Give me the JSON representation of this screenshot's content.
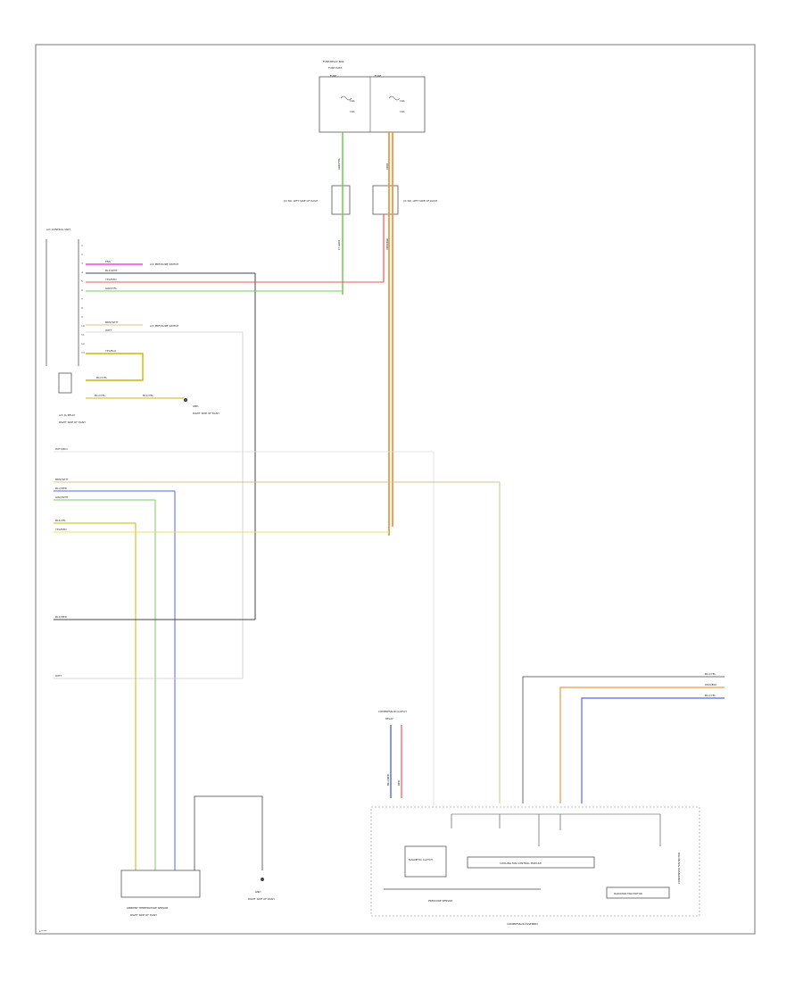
{
  "colors": {
    "pink": "#ee44ee",
    "red": "#ee5555",
    "green": "#77cc66",
    "orange": "#ee9944",
    "yellow": "#e8e066",
    "blue": "#5566ee",
    "black": "#444444",
    "white": "#cccccc",
    "tan": "#d8c088"
  },
  "labels": {
    "fuse_relay_box_title": "FUSE/RELAY BOX",
    "fuse_relay_box_sub": "FUSE DATA",
    "fuse_left": "FUSE",
    "fuse_right": "FUSE",
    "fuse_a1": "10A",
    "fuse_a2": "10A",
    "fuse_a3": "10A",
    "fuse_a4": "10A",
    "junction_left": "J/C NO. LEFT SIDE OF DASH",
    "junction_right": "J/C NO. LEFT SIDE OF DASH",
    "ac_control_unit": "A/C CONTROL UNIT",
    "ac_pressure_switch": "A/C PRESSURE SWITCH",
    "ac_pressure_switch_2": "A/C PRESSURE SWITCH",
    "ground_g1": "GND",
    "ground_g1_sub": "RIGHT SIDE OF DASH",
    "relay_left": "A/C IG RELAY",
    "relay_left_sub": "RIGHT SIDE OF DASH",
    "ambient_sensor": "AMBIENT TEMPERATURE SENSOR",
    "ambient_sensor_sub": "RIGHT SIDE OF DASH",
    "ground_g2": "GND",
    "ground_g2_sub": "RIGHT SIDE OF DASH",
    "compressor_title": "COMPRESSOR CLUTCH",
    "compressor_sub": "RELAY",
    "magnetic_clutch": "MAGNETIC CLUTCH",
    "pressure_sensor": "PRESSURE SENSOR",
    "cooling_fan": "COOLING FAN CONTROL MODULE",
    "radiator_fan": "RADIATOR FAN MOTOR",
    "radiator_fan_2": "CONDENSER FAN MOTOR",
    "compressor_assembly": "COMPRESSOR ASSEMBLY",
    "footer": "L*****"
  },
  "wires": {
    "w1": "PNK",
    "w2": "BLK/WHT",
    "w3": "YEL/RED",
    "w4": "GRN/YEL",
    "w5": "BRN/WHT",
    "w6": "LT GRN",
    "w7": "YEL/BLU",
    "w8": "BLU/YEL",
    "w9": "BLU/YEL",
    "w10": "BLK/YEL",
    "w11": "WHT/BLU",
    "w12": "BRN/WHT",
    "w13": "BLU/RED",
    "w14": "GRN/WHT",
    "w15": "BLK/YEL",
    "w16": "YEL/RED",
    "w17": "BLK/RED",
    "w18": "WHT",
    "w19": "BLU/YEL",
    "w20": "RED",
    "w21": "BLU/YEL",
    "w22": "ORN/BLK",
    "w23": "GRN/YEL",
    "w24": "ORN",
    "w25": "BLU/RED",
    "w26": "ORN/BLK"
  }
}
